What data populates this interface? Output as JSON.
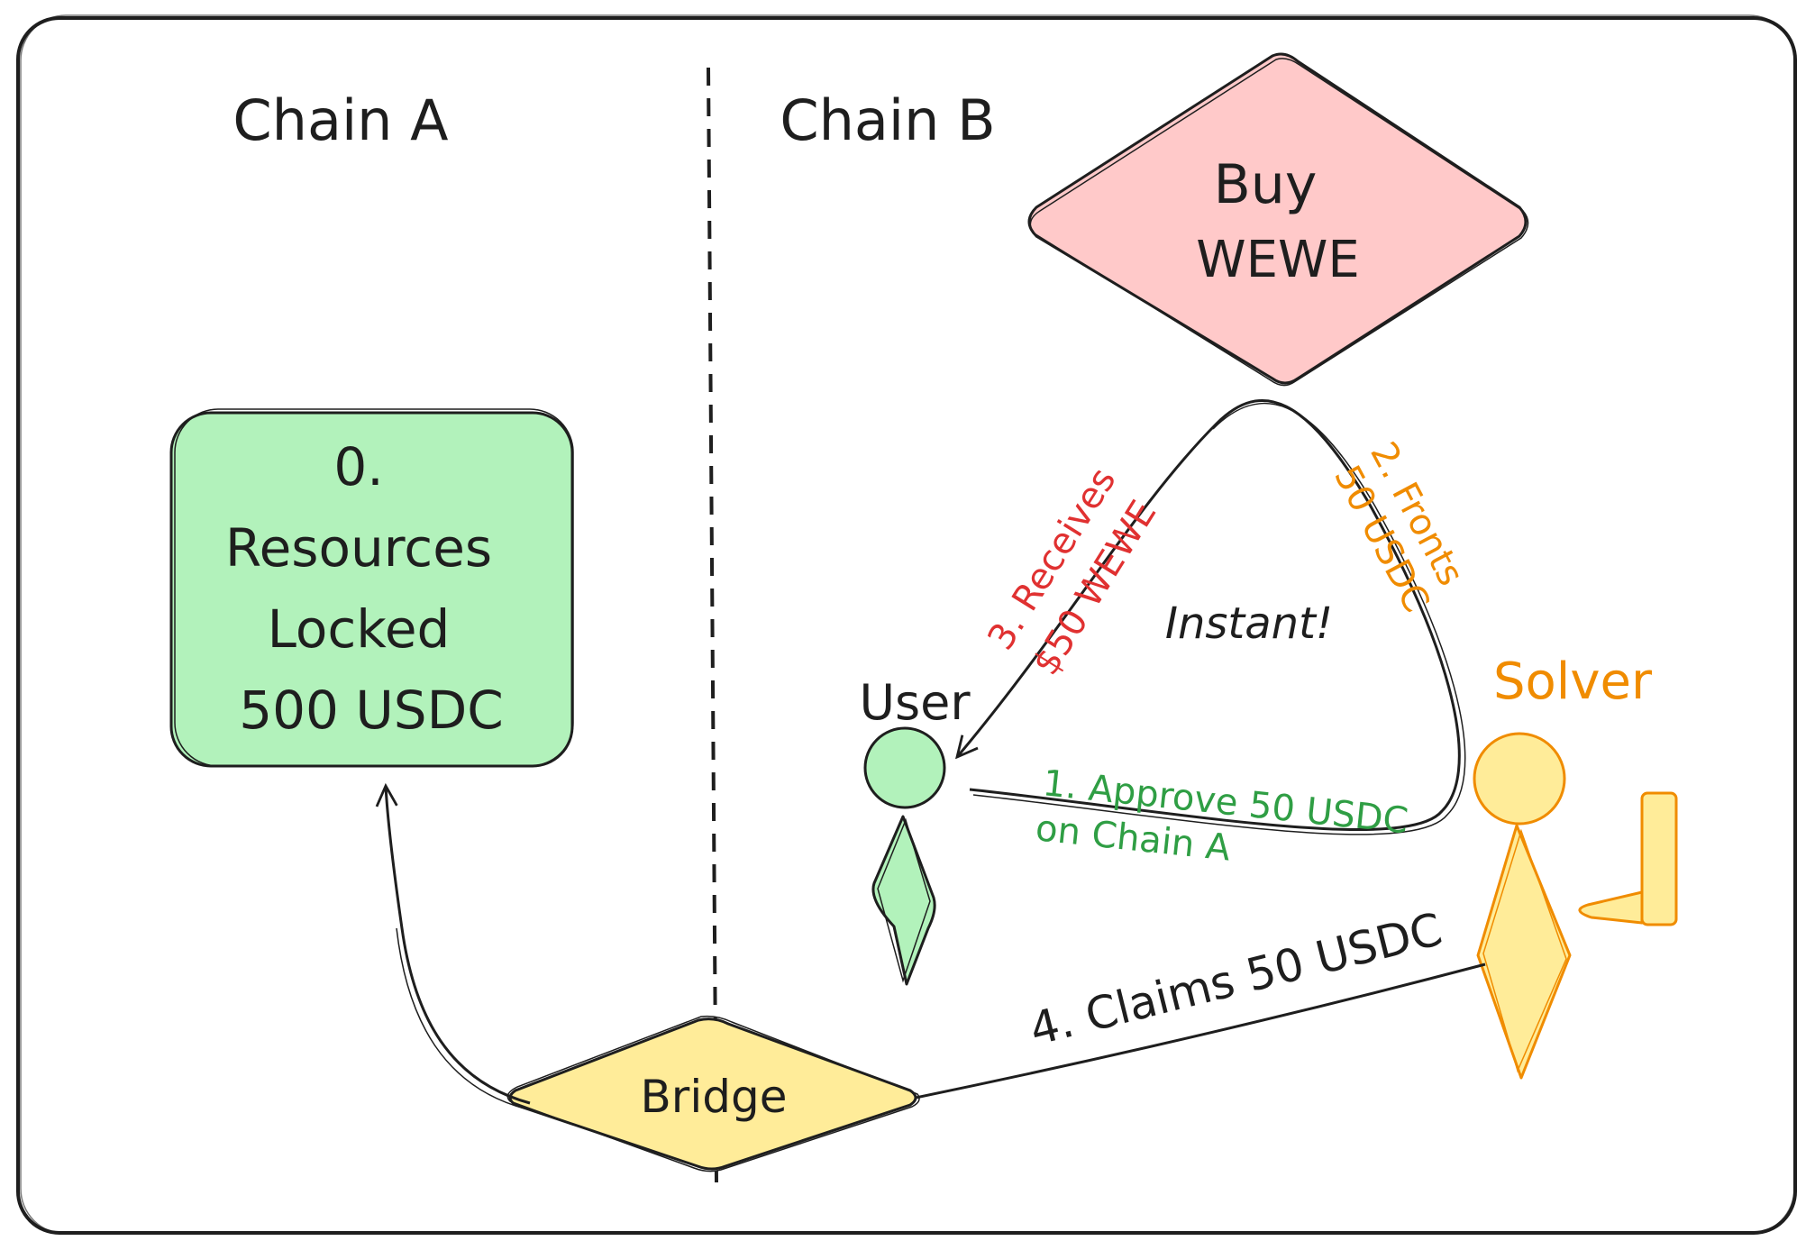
{
  "columns": {
    "left": "Chain A",
    "right": "Chain B"
  },
  "nodes": {
    "buy": {
      "lines": [
        "Buy",
        "WEWE"
      ],
      "fill": "#ffc9c9"
    },
    "resources": {
      "lines": [
        "0.",
        "Resources",
        "Locked",
        "500 USDC"
      ],
      "fill": "#b2f2bb"
    },
    "bridge": {
      "label": "Bridge",
      "fill": "#ffec99"
    },
    "user": {
      "label": "User",
      "fill": "#b2f2bb"
    },
    "solver": {
      "label": "Solver",
      "fill": "#ffec99"
    }
  },
  "edges": {
    "approve": {
      "lines": [
        "1. Approve 50 USDC",
        "on Chain A"
      ],
      "color": "#2f9e44"
    },
    "fronts": {
      "lines": [
        "2. Fronts",
        "50 USDC"
      ],
      "color": "#f08c00"
    },
    "receives": {
      "lines": [
        "3. Receives",
        "$50 WEWE"
      ],
      "color": "#e03131"
    },
    "claims": {
      "label": "4. Claims 50 USDC",
      "color": "#1e1e1e"
    },
    "instant": {
      "label": "Instant!"
    }
  },
  "colors": {
    "stroke": "#1e1e1e",
    "solver_stroke": "#f08c00",
    "frame_bg": "#ffffff"
  }
}
